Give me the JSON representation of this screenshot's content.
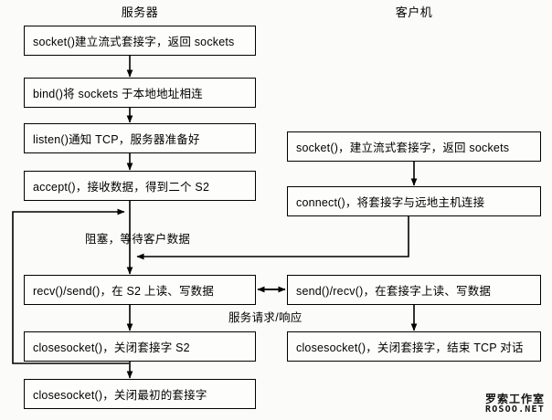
{
  "diagram": {
    "title_server": "服务器",
    "title_client": "客户机",
    "type": "flowchart",
    "columns": [
      {
        "name": "server",
        "header": "服务器",
        "nodes": [
          {
            "id": "srv-socket",
            "label": "socket()建立流式套接字，返回 sockets"
          },
          {
            "id": "srv-bind",
            "label": "bind()将 sockets 于本地地址相连"
          },
          {
            "id": "srv-listen",
            "label": "listen()通知 TCP，服务器准备好"
          },
          {
            "id": "srv-accept",
            "label": "accept()，接收数据，得到二个 S2"
          },
          {
            "id": "srv-recvsend",
            "label": "recv()/send()，在 S2 上读、写数据"
          },
          {
            "id": "srv-close-s2",
            "label": "closesocket()，关闭套接字 S2"
          },
          {
            "id": "srv-close-s",
            "label": "closesocket()，关闭最初的套接字"
          }
        ]
      },
      {
        "name": "client",
        "header": "客户机",
        "nodes": [
          {
            "id": "cli-socket",
            "label": "socket()，建立流式套接字，返回 sockets"
          },
          {
            "id": "cli-connect",
            "label": "connect()，将套接字与远地主机连接"
          },
          {
            "id": "cli-sendrecv",
            "label": "send()/recv()，在套接字上读、写数据"
          },
          {
            "id": "cli-close",
            "label": "closesocket()，关闭套接字，结束 TCP 对话"
          }
        ]
      }
    ],
    "edge_labels": [
      {
        "id": "lbl-block",
        "text": "阻塞，等待客户数据"
      },
      {
        "id": "lbl-reqresp",
        "text": "服务请求/响应"
      }
    ],
    "colors": {
      "line": "#000000",
      "box_fill": "#fdfdfb",
      "background": "#fbfbf9",
      "text": "#000000"
    }
  },
  "watermark": {
    "cn": "罗索工作室",
    "en": "ROSOO.NET"
  }
}
